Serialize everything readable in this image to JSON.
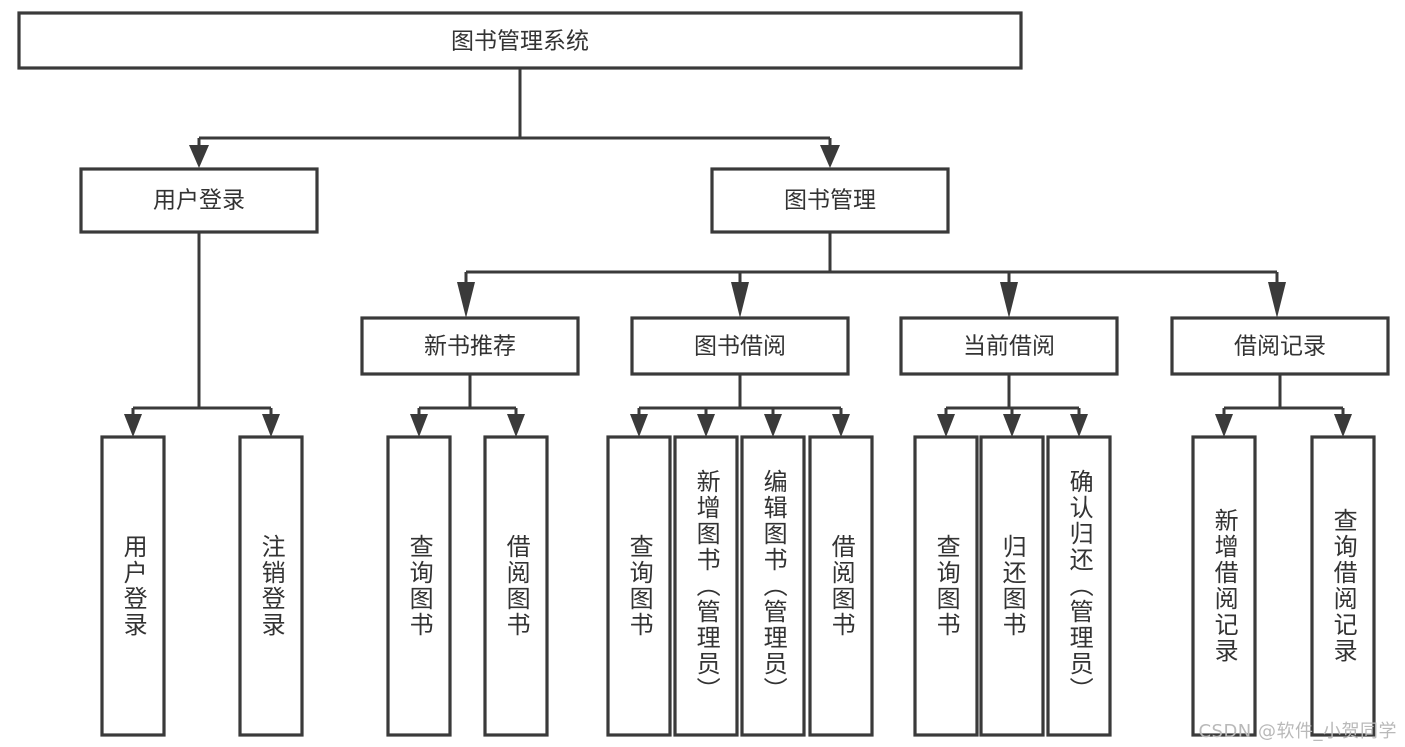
{
  "diagram": {
    "title": "图书管理系统",
    "type": "hierarchy-tree",
    "watermark": "CSDN @软件_小贺同学",
    "colors": {
      "stroke": "#3a3a3a",
      "fill": "#ffffff",
      "text": "#333333",
      "watermark": "#b9b9b9",
      "background": "#ffffff"
    },
    "root": {
      "label": "图书管理系统"
    },
    "level2": [
      {
        "label": "用户登录"
      },
      {
        "label": "图书管理"
      }
    ],
    "level3": [
      {
        "label": "新书推荐"
      },
      {
        "label": "图书借阅"
      },
      {
        "label": "当前借阅"
      },
      {
        "label": "借阅记录"
      }
    ],
    "leaves": {
      "user_login": [
        {
          "label": "用户登录"
        },
        {
          "label": "注销登录"
        }
      ],
      "new_book_recommend": [
        {
          "label": "查询图书"
        },
        {
          "label": "借阅图书"
        }
      ],
      "book_borrow": [
        {
          "label": "查询图书"
        },
        {
          "label": "新增图书（管理员）"
        },
        {
          "label": "编辑图书（管理员）"
        },
        {
          "label": "借阅图书"
        }
      ],
      "current_borrow": [
        {
          "label": "查询图书"
        },
        {
          "label": "归还图书"
        },
        {
          "label": "确认归还（管理员）"
        }
      ],
      "borrow_records": [
        {
          "label": "新增借阅记录"
        },
        {
          "label": "查询借阅记录"
        }
      ]
    }
  }
}
